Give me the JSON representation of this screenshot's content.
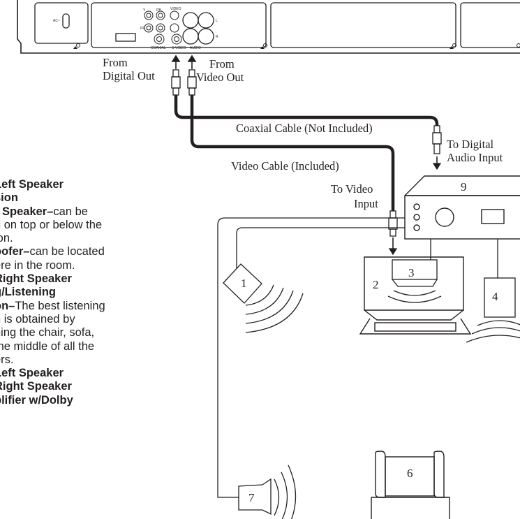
{
  "panel": {
    "ac_label": "AC~",
    "jack_labels": [
      "Y",
      "PB",
      "VIDEO",
      "PR",
      "L",
      "R",
      "COAXIAL",
      "S-VIDEO",
      "AUDIO"
    ]
  },
  "labels": {
    "from_digital_1": "From",
    "from_digital_2": "Digital Out",
    "from_video_1": "From",
    "from_video_2": "Video Out",
    "coaxial_cable": "Coaxial Cable (Not Included)",
    "to_digital_1": "To Digital",
    "to_digital_2": "Audio Input",
    "video_cable": "Video Cable (Included)",
    "to_video_1": "To Video",
    "to_video_2": "Input"
  },
  "numbers": {
    "n1": "1",
    "n2": "2",
    "n3": "3",
    "n4": "4",
    "n6": "6",
    "n7": "7",
    "n9": "9"
  },
  "legend": [
    {
      "bold": "Left Speaker",
      "text": ""
    },
    {
      "bold": "sion",
      "text": ""
    },
    {
      "bold": "r Speaker–",
      "text": "can be"
    },
    {
      "bold": "",
      "text": "d on top or below the"
    },
    {
      "bold": "",
      "text": "ion."
    },
    {
      "bold": "oofer–",
      "text": "can be located"
    },
    {
      "bold": "",
      "text": "ere in the room."
    },
    {
      "bold": "Right Speaker",
      "text": ""
    },
    {
      "bold": "g/Listening",
      "text": ""
    },
    {
      "bold": "on–",
      "text": "The best listening"
    },
    {
      "bold": "",
      "text": "n is obtained by"
    },
    {
      "bold": "",
      "text": "ning the chair, sofa,"
    },
    {
      "bold": "",
      "text": "the middle of all the"
    },
    {
      "bold": "",
      "text": "ers."
    },
    {
      "bold": "Left Speaker",
      "text": ""
    },
    {
      "bold": "Right Speaker",
      "text": ""
    },
    {
      "bold": "plifier w/Dolby",
      "text": ""
    }
  ]
}
